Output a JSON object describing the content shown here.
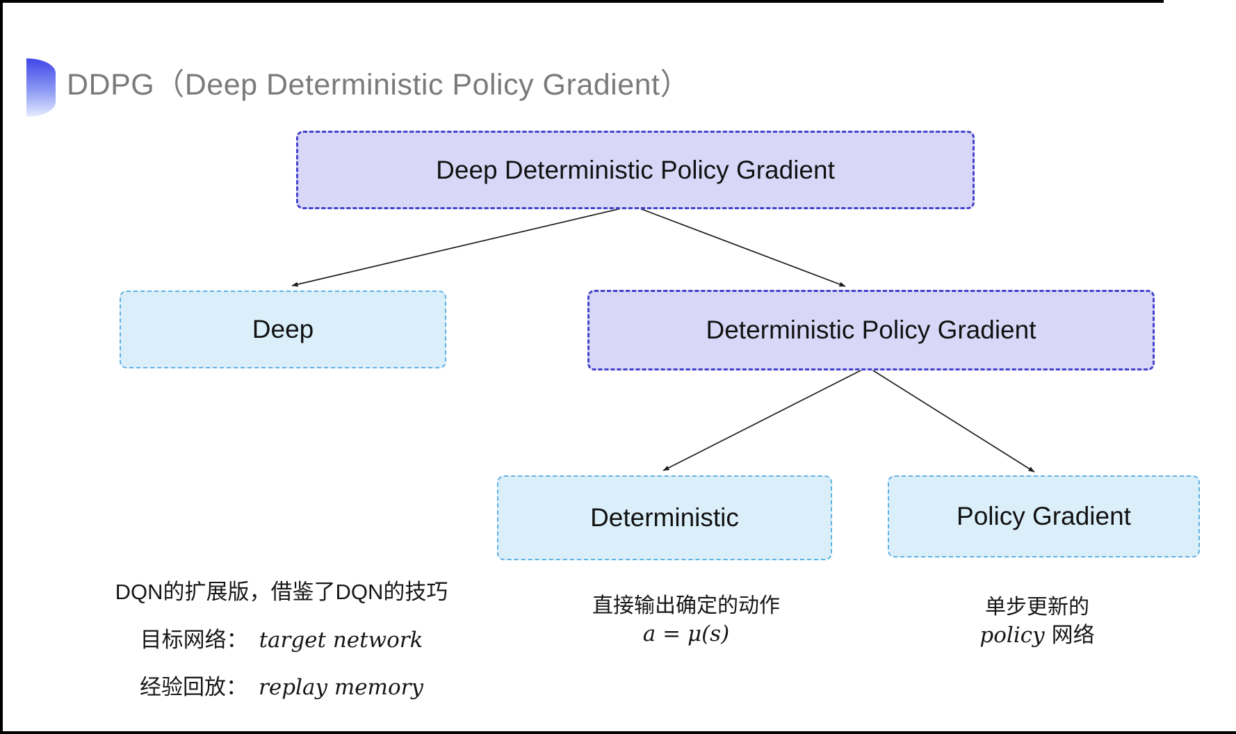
{
  "title": {
    "text": "DDPG（Deep Deterministic Policy Gradient）"
  },
  "tree": {
    "root": {
      "label": "Deep Deterministic Policy Gradient"
    },
    "level2": [
      {
        "label": "Deep"
      },
      {
        "label": "Deterministic Policy Gradient"
      }
    ],
    "level3": [
      {
        "label": "Deterministic"
      },
      {
        "label": "Policy Gradient"
      }
    ]
  },
  "notes": {
    "deep": {
      "line1": "DQN的扩展版，借鉴了DQN的技巧",
      "target_label": "目标网络：",
      "target_value": "target network",
      "replay_label": "经验回放：",
      "replay_value": "replay memory"
    },
    "deterministic": {
      "line1": "直接输出确定的动作",
      "formula": "a = μ(s)"
    },
    "policy_gradient": {
      "line1": "单步更新的",
      "word_italic": "policy",
      "word_rest": "网络"
    }
  },
  "colors": {
    "accent_border": "#4141cb",
    "accent_fill": "#d9d7f7",
    "sky_border": "#5fb0e2",
    "sky_fill": "#dbeffb",
    "title_color": "#7a7a7a",
    "arrow_color": "#1c1c1c",
    "icon_top": "#4046e8",
    "icon_bottom": "#e6ecfe"
  }
}
